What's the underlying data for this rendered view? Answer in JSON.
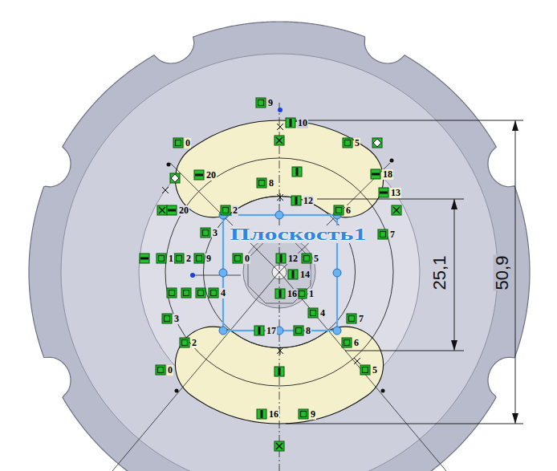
{
  "diagram": {
    "labels": [
      "9",
      "10",
      "0",
      "5",
      "20",
      "8",
      "18",
      "13",
      "12",
      "20",
      "2",
      "6",
      "3",
      "7",
      "1",
      "2",
      "9",
      "0",
      "12",
      "5",
      "14",
      "4",
      "16",
      "1",
      "4",
      "3",
      "7",
      "17",
      "8",
      "2",
      "6",
      "0",
      "5",
      "16",
      "9",
      "Плоскость1",
      "25,1",
      "50,9"
    ]
  }
}
